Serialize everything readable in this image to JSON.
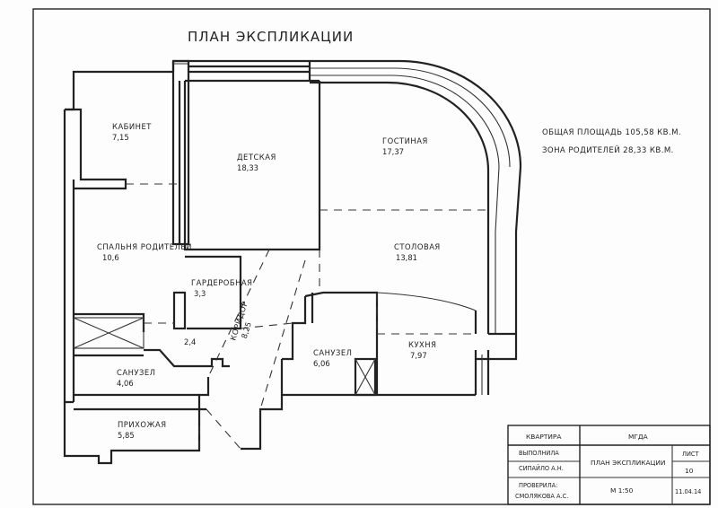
{
  "sheet_title": "ПЛАН ЭКСПЛИКАЦИИ",
  "summary": {
    "total_area": "ОБЩАЯ ПЛОЩАДЬ 105,58 КВ.М.",
    "parents_zone": "ЗОНА РОДИТЕЛЕЙ 28,33 КВ.М."
  },
  "rooms": [
    {
      "name": "КАБИНЕТ",
      "area": "7,15"
    },
    {
      "name": "ДЕТСКАЯ",
      "area": "18,33"
    },
    {
      "name": "ГОСТИНАЯ",
      "area": "17,37"
    },
    {
      "name": "СПАЛЬНЯ РОДИТЕЛЕЙ",
      "area": "10,6"
    },
    {
      "name": "СТОЛОВАЯ",
      "area": "13,81"
    },
    {
      "name": "ГАРДЕРОБНАЯ",
      "area": "3,3"
    },
    {
      "name": "КОРИДОР",
      "area": "8,25"
    },
    {
      "name": "",
      "area": "2,4"
    },
    {
      "name": "САНУЗЕЛ",
      "area": "6,06"
    },
    {
      "name": "КУХНЯ",
      "area": "7,97"
    },
    {
      "name": "САНУЗЕЛ",
      "area": "4,06"
    },
    {
      "name": "ПРИХОЖАЯ",
      "area": "5,85"
    }
  ],
  "title_block": {
    "object": "КВАРТИРА",
    "org": "МГДА",
    "performed_label": "ВЫПОЛНИЛА",
    "performed_name": "СИПАЙЛО А.Н.",
    "checked_label": "ПРОВЕРИЛА:",
    "checked_name": "СМОЛЯКОВА А.С.",
    "drawing": "ПЛАН ЭКСПЛИКАЦИИ",
    "scale": "М 1:50",
    "sheet_label": "ЛИСТ",
    "sheet_no": "10",
    "date": "11.04.14"
  }
}
